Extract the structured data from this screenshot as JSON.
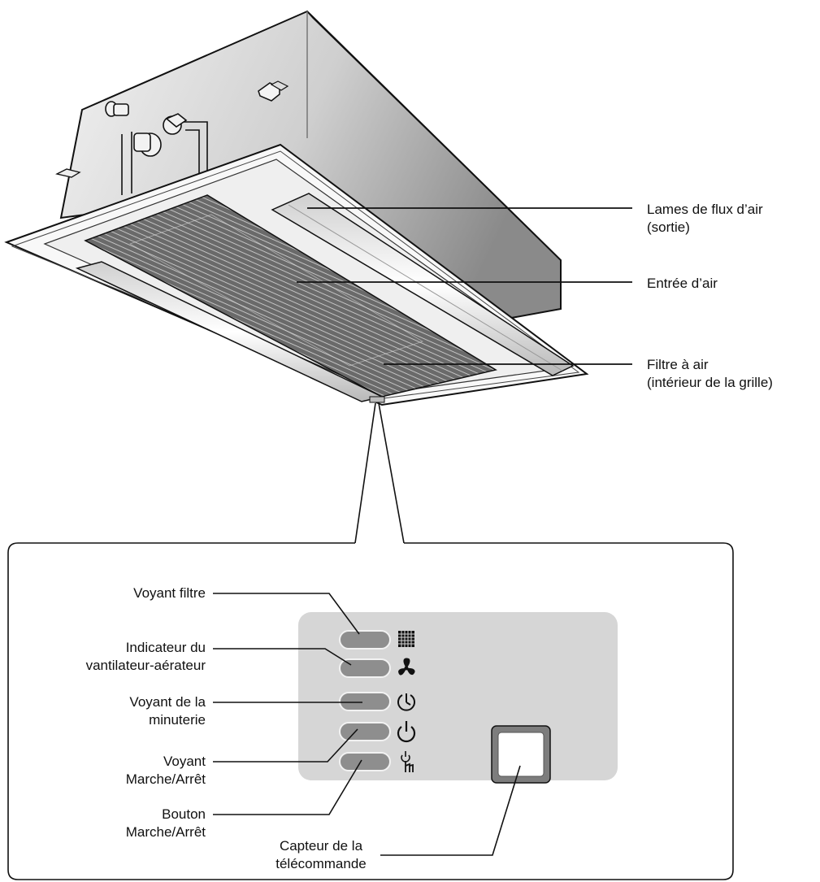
{
  "callouts_unit": {
    "louvers": [
      "Lames de flux d’air",
      "(sortie)"
    ],
    "air_inlet": [
      "Entrée d’air"
    ],
    "air_filter": [
      "Filtre à air",
      "(intérieur de la grille)"
    ]
  },
  "callouts_panel": {
    "filter_lamp": [
      "Voyant filtre"
    ],
    "fan_indicator": [
      "Indicateur du",
      "vantilateur-aérateur"
    ],
    "timer_lamp": [
      "Voyant de la",
      "minuterie"
    ],
    "onoff_lamp": [
      "Voyant",
      "Marche/Arrêt"
    ],
    "onoff_button": [
      "Bouton",
      "Marche/Arrêt"
    ],
    "remote_sensor": [
      "Capteur de la",
      "télécommande"
    ]
  },
  "icons": [
    "filter-grid-icon",
    "fan-icon",
    "timer-icon",
    "power-icon",
    "power-touch-icon"
  ],
  "colors": {
    "line": "#111111",
    "body_light": "#e6e6e6",
    "body_dark": "#9a9a9a",
    "panel_bg": "#d6d6d6",
    "lamp": "#8e8e8e"
  }
}
